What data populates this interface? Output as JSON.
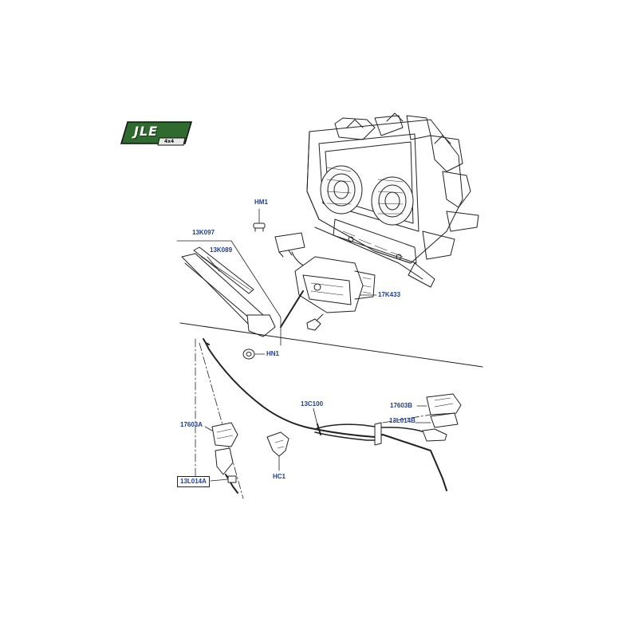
{
  "logo": {
    "text": "JLE",
    "subtext": "4x4",
    "color": "#2f6b2f"
  },
  "labels": {
    "hm1": "HM1",
    "k097": "13K097",
    "k089": "13K089",
    "k433": "17K433",
    "hn1": "HN1",
    "c100": "13C100",
    "b17603": "17603B",
    "l014b": "13L014B",
    "a17603": "17603A",
    "hc1": "HC1",
    "l014a": "13L014A"
  },
  "colors": {
    "label": "#1c3f8f",
    "line": "#222222"
  }
}
